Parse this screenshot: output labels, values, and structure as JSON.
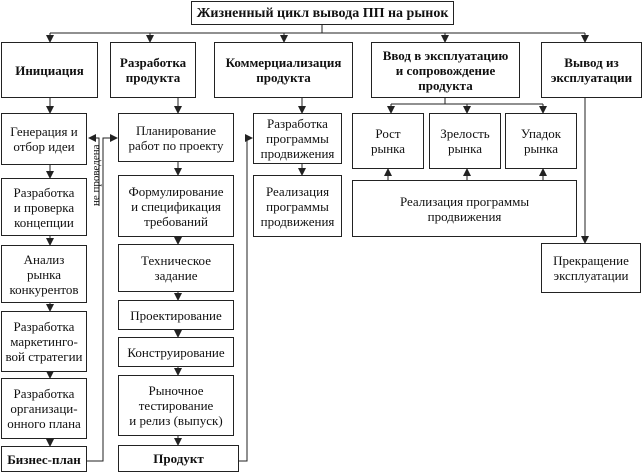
{
  "title": "Жизненный цикл вывода ПП на рынок",
  "headers": {
    "initiation": "Инициация",
    "development": "Разработка\nпродукта",
    "commercialization": "Коммерциализация\nпродукта",
    "operation": "Ввод в эксплуатацию\nи сопровождение\nпродукта",
    "withdrawal": "Вывод из\nэксплуатации"
  },
  "initiation_steps": [
    "Генерация и\nотбор идеи",
    "Разработка\nи проверка\nконцепции",
    "Анализ\nрынка\nконкурентов",
    "Разработка\nмаркетинго-\nвой стратегии",
    "Разработка\nорганизаци-\nонного плана"
  ],
  "business_plan": "Бизнес-план",
  "not_held_label": "не проведена",
  "development_steps": [
    "Планирование\nработ по проекту",
    "Формулирование\nи спецификация\nтребований",
    "Техническое\nзадание",
    "Проектирование",
    "Конструирование",
    "Рыночное\nтестирование\nи релиз (выпуск)"
  ],
  "product": "Продукт",
  "commercialization_steps": [
    "Разработка\nпрограммы\nпродвижения",
    "Реализация\nпрограммы\nпродвижения"
  ],
  "operation_stages": [
    "Рост\nрынка",
    "Зрелость\nрынка",
    "Упадок\nрынка"
  ],
  "operation_promo": "Реализация программы\nпродвижения",
  "withdrawal_step": "Прекращение\nэксплуатации"
}
